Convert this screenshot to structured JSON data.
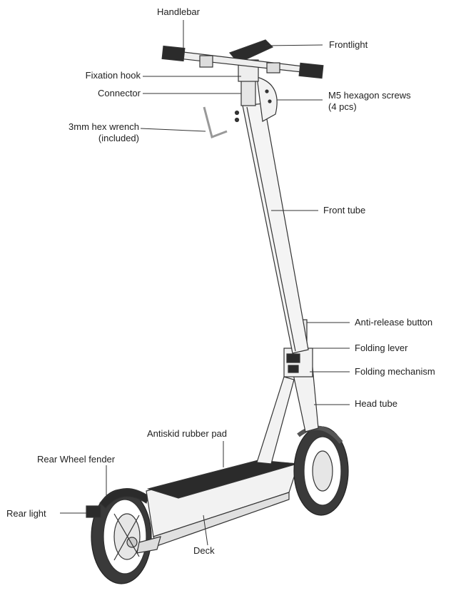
{
  "labels": {
    "handlebar": "Handlebar",
    "frontlight": "Frontlight",
    "fixation_hook": "Fixation hook",
    "connector": "Connector",
    "m5_screws_line1": "M5 hexagon screws",
    "m5_screws_line2": "(4 pcs)",
    "hex_wrench_line1": "3mm hex wrench",
    "hex_wrench_line2": "(included)",
    "front_tube": "Front tube",
    "anti_release_button": "Anti-release button",
    "folding_lever": "Folding lever",
    "folding_mechanism": "Folding mechanism",
    "head_tube": "Head tube",
    "antiskid_rubber_pad": "Antiskid rubber pad",
    "rear_wheel_fender": "Rear Wheel fender",
    "rear_light": "Rear light",
    "deck": "Deck"
  },
  "colors": {
    "line": "#333333",
    "part_fill": "#f2f2f2",
    "dark_fill": "#2b2b2b",
    "tire_fill": "#3a3a3a"
  }
}
